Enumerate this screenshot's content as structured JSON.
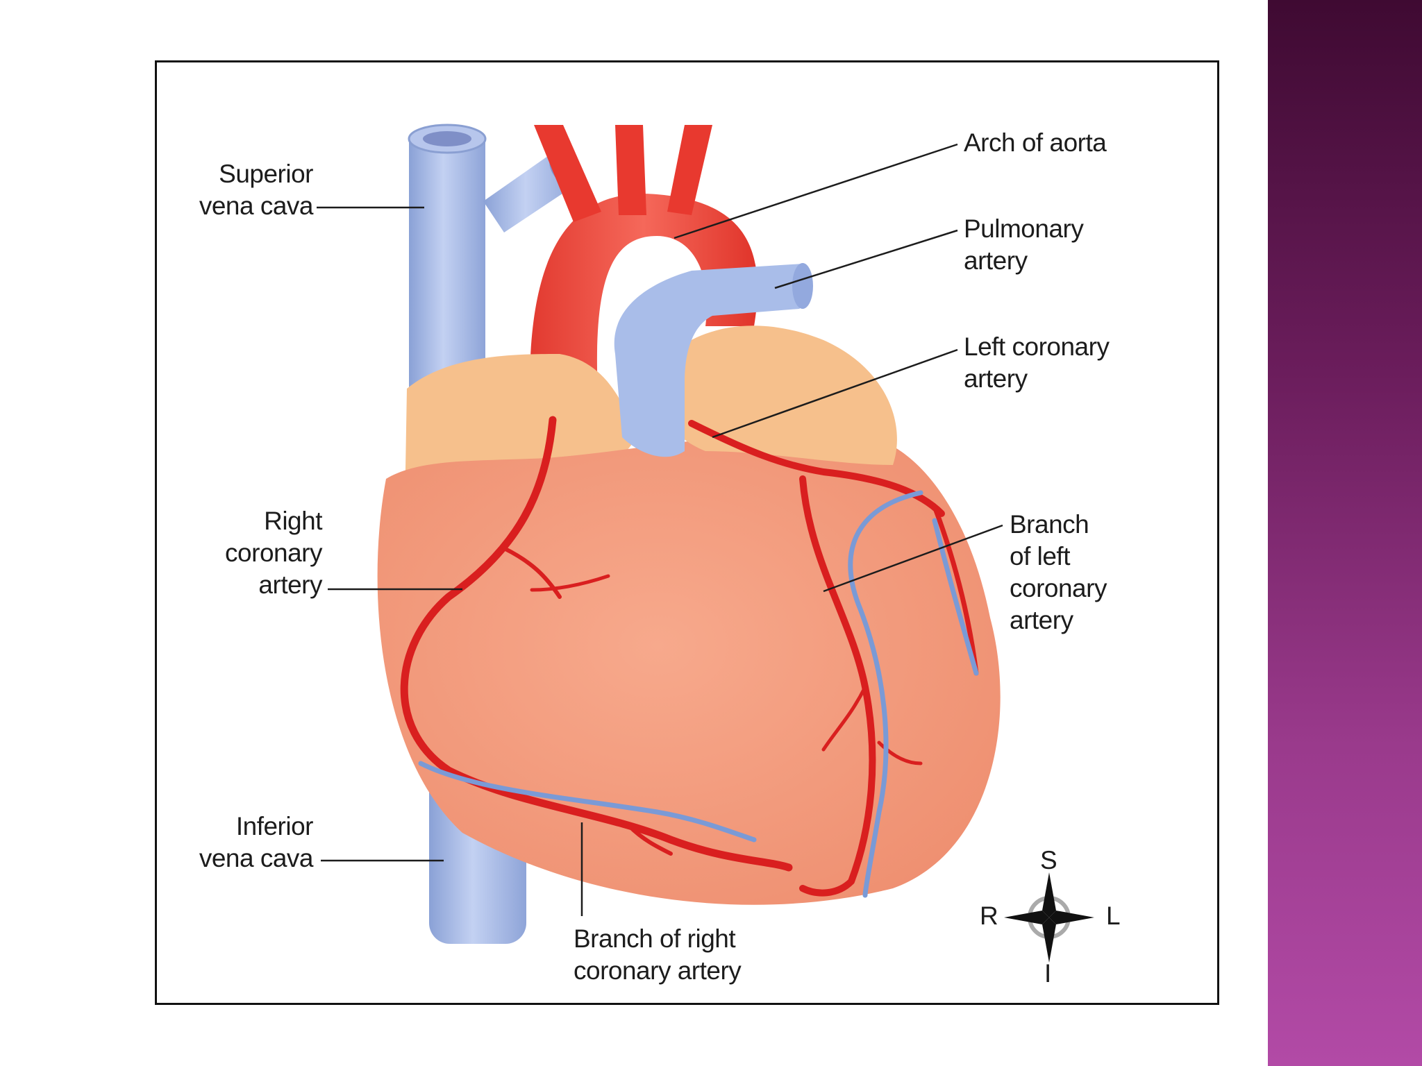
{
  "labels": {
    "superior_vena_cava": [
      "Superior",
      "vena cava"
    ],
    "arch_of_aorta": "Arch of aorta",
    "pulmonary_artery": [
      "Pulmonary",
      "artery"
    ],
    "left_coronary_artery": [
      "Left coronary",
      "artery"
    ],
    "right_coronary_artery": [
      "Right",
      "coronary",
      "artery"
    ],
    "branch_left_coronary": [
      "Branch",
      "of left",
      "coronary",
      "artery"
    ],
    "inferior_vena_cava": [
      "Inferior",
      "vena cava"
    ],
    "branch_right_coronary": [
      "Branch of right",
      "coronary artery"
    ]
  },
  "compass": {
    "north": "S",
    "south": "I",
    "west": "R",
    "east": "L"
  },
  "colors": {
    "artery": "#d91f1f",
    "vein": "#9fb4e3",
    "myocardium": "#f09a7c",
    "atrium": "#f6c08c",
    "sidebar": "#8b2f7c"
  }
}
